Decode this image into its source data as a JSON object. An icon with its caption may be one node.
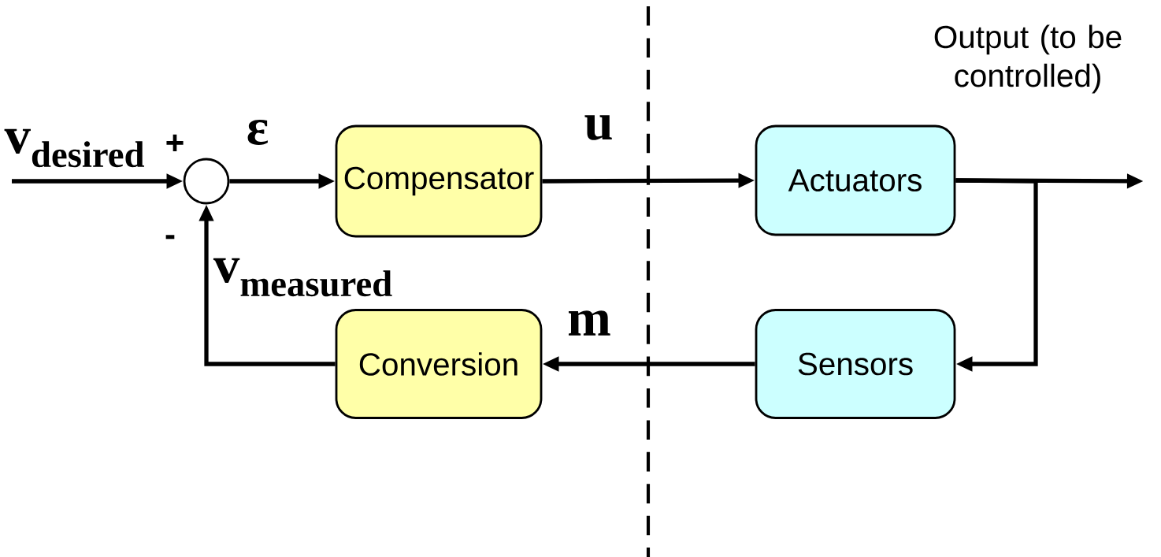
{
  "diagram": {
    "nodes": [
      {
        "text": [],
        "shape": "circle"
      },
      {
        "text": [
          "Compensator"
        ]
      },
      {
        "text": [
          "Actuators"
        ]
      },
      {
        "text": [
          "Sensors"
        ]
      },
      {
        "text": [
          "Conversion"
        ]
      }
    ],
    "edges": [
      {
        "from": null,
        "to": 0,
        "arrow": "to",
        "label": "v$_{desired}$"
      },
      {
        "from": 0,
        "to": 1,
        "arrow": "to",
        "label": "ε"
      },
      {
        "from": 1,
        "to": 2,
        "arrow": "to",
        "label": "u"
      },
      {
        "from": 2,
        "to": null,
        "arrow": "to",
        "label": "Output (to be controlled)"
      },
      {
        "from": 2,
        "to": 3,
        "arrow": "to"
      },
      {
        "from": 3,
        "to": 4,
        "arrow": "to",
        "label": "m"
      },
      {
        "from": 4,
        "to": 0,
        "arrow": "to",
        "label": "v$_{measured}$"
      }
    ],
    "labels": [
      "+",
      "-"
    ]
  }
}
